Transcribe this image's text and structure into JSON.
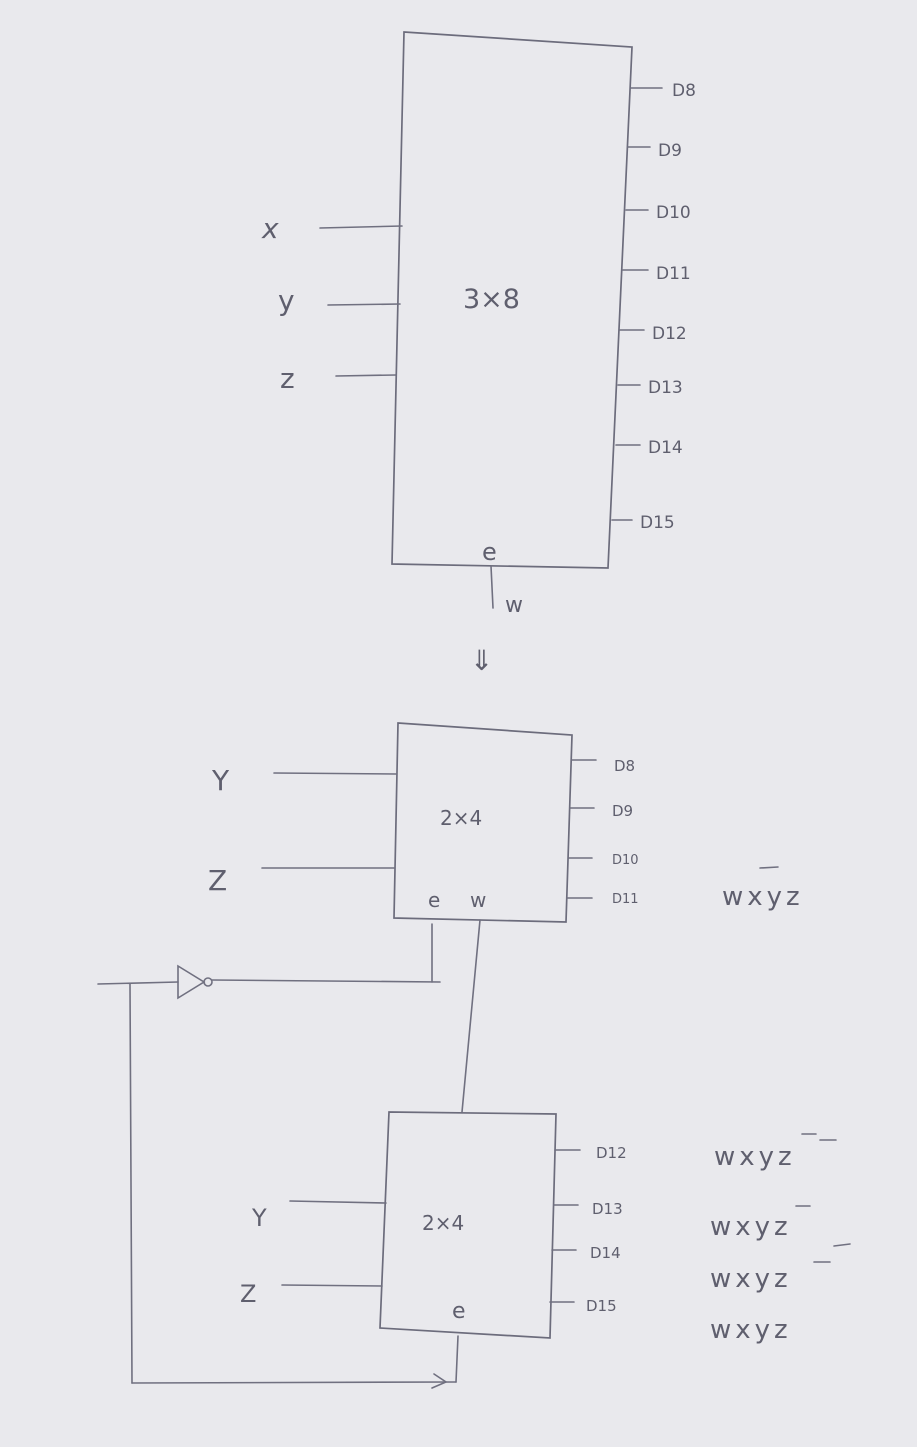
{
  "decoder_top": {
    "label": "3×8",
    "inputs": [
      "x",
      "y",
      "z"
    ],
    "outputs": [
      "D8",
      "D9",
      "D10",
      "D11",
      "D12",
      "D13",
      "D14",
      "D15"
    ],
    "enable_label": "e",
    "enable_signal": "w"
  },
  "arrow": "⇓",
  "decoder_upper": {
    "label": "2×4",
    "inputs": [
      "Y",
      "Z"
    ],
    "outputs": [
      "D8",
      "D9",
      "D10",
      "D11"
    ],
    "enable_label": "e",
    "enable_signal": "w"
  },
  "decoder_lower": {
    "label": "2×4",
    "inputs": [
      "Y",
      "Z"
    ],
    "outputs": [
      "D12",
      "D13",
      "D14",
      "D15"
    ],
    "enable_label": "e"
  },
  "minterms": [
    {
      "w": "w",
      "x": "x",
      "y": "y",
      "z": "z",
      "bar_y": false,
      "bar_z": false
    },
    {
      "w": "w",
      "x": "x",
      "y": "y",
      "z": "z",
      "bar_y": true,
      "bar_z": true
    },
    {
      "w": "w",
      "x": "x",
      "y": "y",
      "z": "z",
      "bar_y": true,
      "bar_z": false
    },
    {
      "w": "w",
      "x": "x",
      "y": "y",
      "z": "z",
      "bar_y": false,
      "bar_z": true
    },
    {
      "w": "w",
      "x": "x",
      "y": "y",
      "z": "z",
      "bar_y": false,
      "bar_z": false
    }
  ],
  "colors": {
    "ink": "#5f5f6e",
    "paper": "#e9e9ed"
  }
}
